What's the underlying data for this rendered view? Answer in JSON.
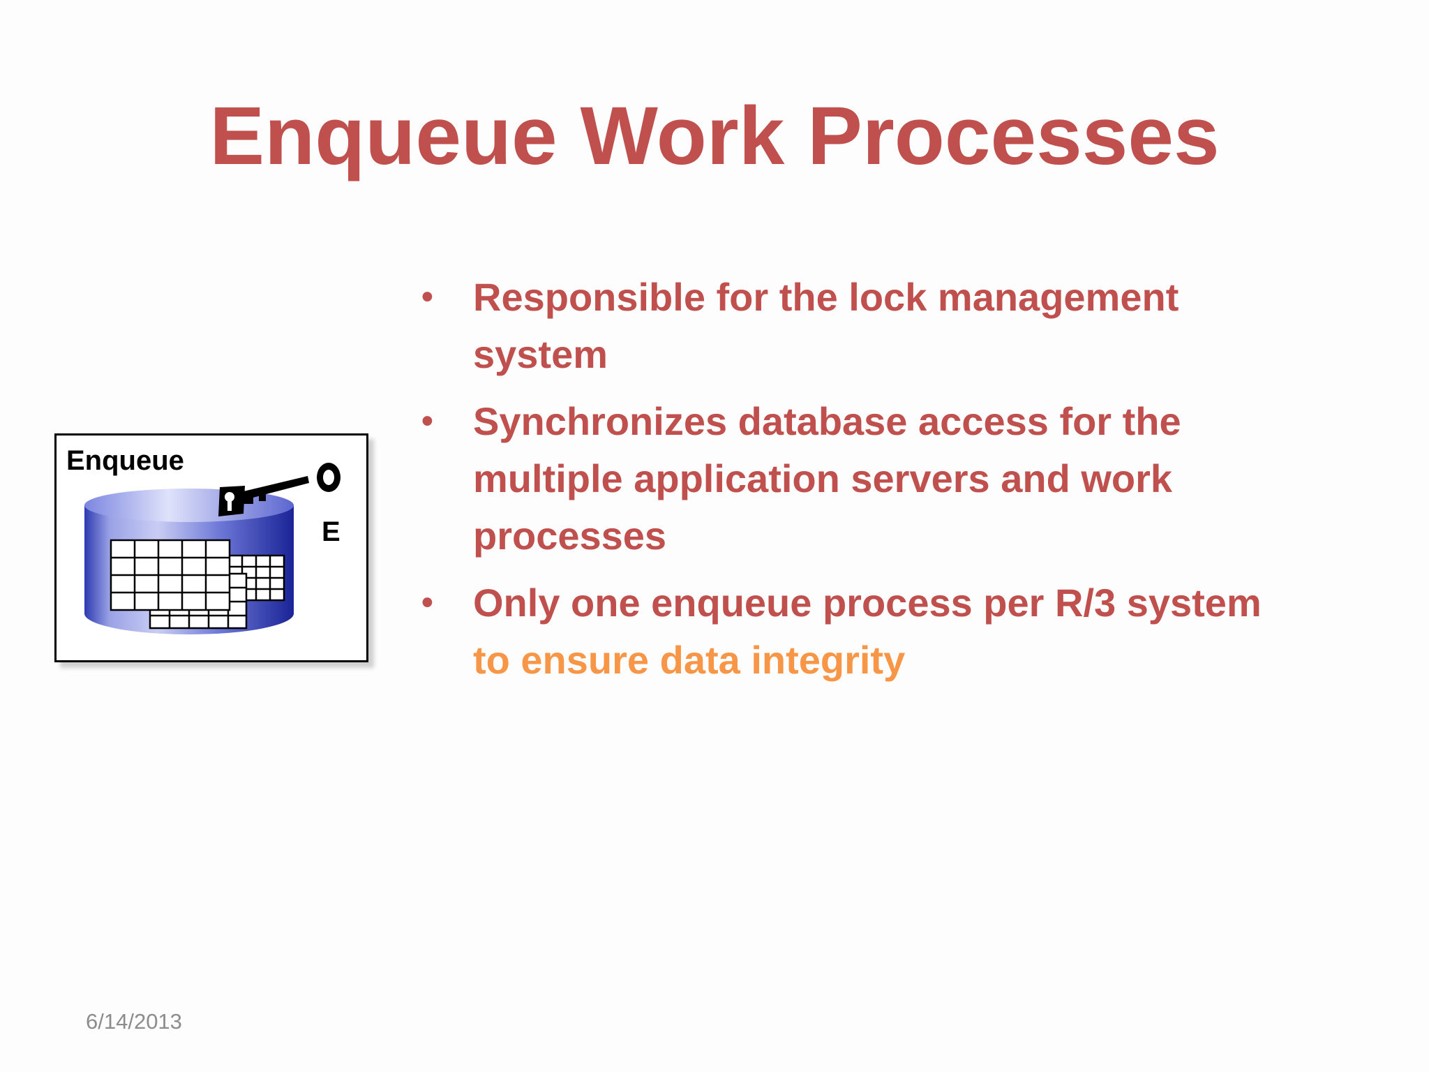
{
  "slide": {
    "title": "Enqueue Work Processes",
    "bullets": [
      {
        "text": "Responsible for the lock management system"
      },
      {
        "text": "Synchronizes database access for the multiple application servers and work processes"
      },
      {
        "text": "Only one enqueue process per R/3 system",
        "highlight": "to ensure data integrity"
      }
    ],
    "date": "6/14/2013"
  },
  "diagram": {
    "label": "Enqueue",
    "marker": "E",
    "icons": [
      "database-cylinder-icon",
      "keyhole-icon",
      "key-icon",
      "lock-table-icon"
    ]
  },
  "colors": {
    "title": "#c0504d",
    "bullet_text": "#c0504d",
    "highlight": "#f79646",
    "date": "#8c8c8c",
    "cylinder_dark": "#1e2aa0",
    "cylinder_light": "#c8cdf2"
  }
}
